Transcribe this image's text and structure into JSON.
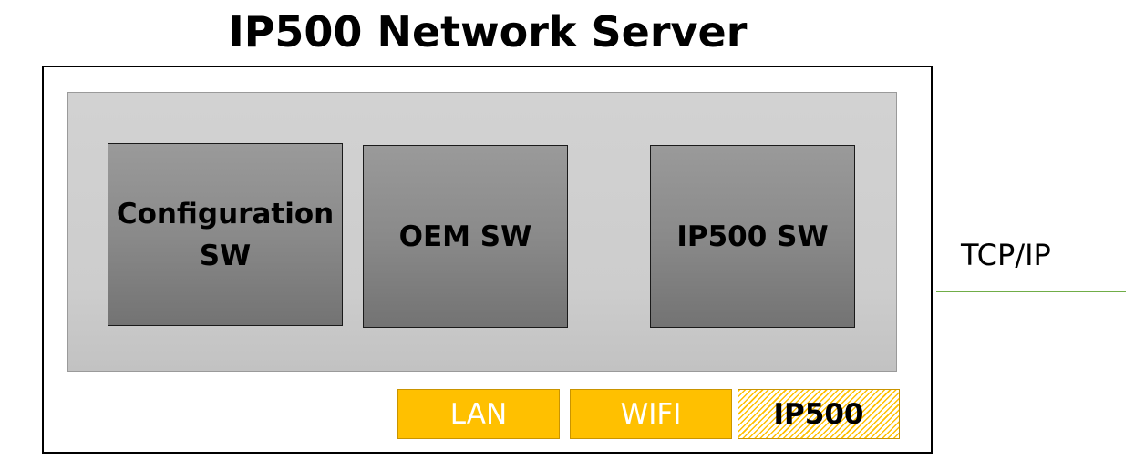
{
  "title": "IP500 Network Server",
  "software_modules": [
    {
      "lines": [
        "Configuration",
        "SW"
      ]
    },
    {
      "lines": [
        "OEM SW"
      ]
    },
    {
      "lines": [
        "IP500 SW"
      ]
    }
  ],
  "interfaces": [
    {
      "label": "LAN",
      "style": "solid",
      "fill": "#ffc000"
    },
    {
      "label": "WIFI",
      "style": "solid",
      "fill": "#ffc000"
    },
    {
      "label": "IP500",
      "style": "hatched",
      "fill": "#ffc000"
    }
  ],
  "connection_label": "TCP/IP",
  "colors": {
    "interface_fill": "#ffc000",
    "connection_line": "#70ad47",
    "module_fill": "#8a8a8a",
    "panel_fill": "#d0d0d0"
  }
}
